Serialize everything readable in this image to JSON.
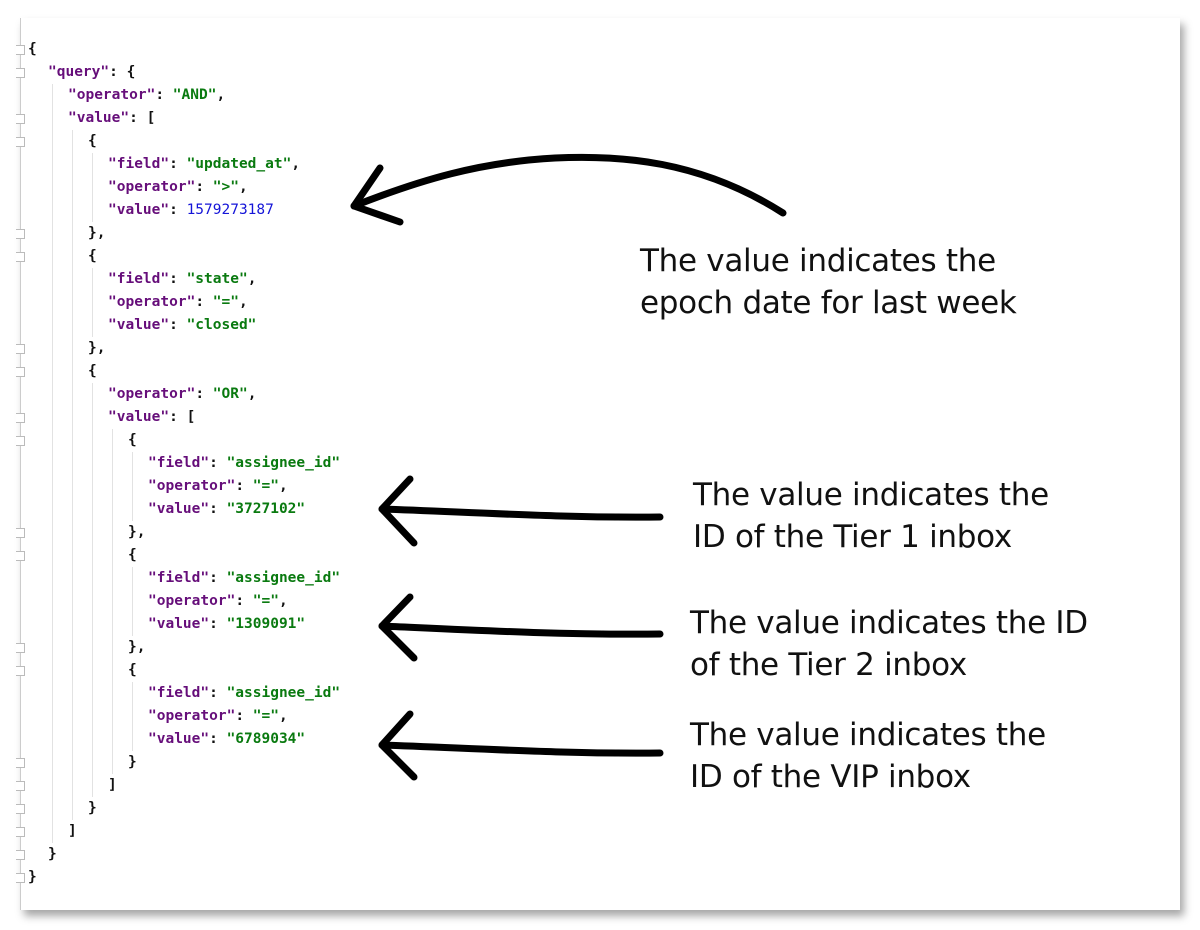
{
  "code_lines": [
    {
      "i": 0,
      "t": [
        [
          "p",
          "{"
        ]
      ]
    },
    {
      "i": 1,
      "t": [
        [
          "k",
          "\"query\""
        ],
        [
          "p",
          ": {"
        ]
      ]
    },
    {
      "i": 2,
      "t": [
        [
          "k",
          "\"operator\""
        ],
        [
          "p",
          ": "
        ],
        [
          "s",
          "\"AND\""
        ],
        [
          "p",
          ","
        ]
      ]
    },
    {
      "i": 2,
      "t": [
        [
          "k",
          "\"value\""
        ],
        [
          "p",
          ": ["
        ]
      ]
    },
    {
      "i": 3,
      "t": [
        [
          "p",
          "{"
        ]
      ]
    },
    {
      "i": 4,
      "t": [
        [
          "k",
          "\"field\""
        ],
        [
          "p",
          ": "
        ],
        [
          "s",
          "\"updated_at\""
        ],
        [
          "p",
          ","
        ]
      ]
    },
    {
      "i": 4,
      "t": [
        [
          "k",
          "\"operator\""
        ],
        [
          "p",
          ": "
        ],
        [
          "s",
          "\">\""
        ],
        [
          "p",
          ","
        ]
      ]
    },
    {
      "i": 4,
      "t": [
        [
          "k",
          "\"value\""
        ],
        [
          "p",
          ": "
        ],
        [
          "n",
          "1579273187"
        ]
      ]
    },
    {
      "i": 3,
      "t": [
        [
          "p",
          "},"
        ]
      ]
    },
    {
      "i": 3,
      "t": [
        [
          "p",
          "{"
        ]
      ]
    },
    {
      "i": 4,
      "t": [
        [
          "k",
          "\"field\""
        ],
        [
          "p",
          ": "
        ],
        [
          "s",
          "\"state\""
        ],
        [
          "p",
          ","
        ]
      ]
    },
    {
      "i": 4,
      "t": [
        [
          "k",
          "\"operator\""
        ],
        [
          "p",
          ": "
        ],
        [
          "s",
          "\"=\""
        ],
        [
          "p",
          ","
        ]
      ]
    },
    {
      "i": 4,
      "t": [
        [
          "k",
          "\"value\""
        ],
        [
          "p",
          ": "
        ],
        [
          "s",
          "\"closed\""
        ]
      ]
    },
    {
      "i": 3,
      "t": [
        [
          "p",
          "},"
        ]
      ]
    },
    {
      "i": 3,
      "t": [
        [
          "p",
          "{"
        ]
      ]
    },
    {
      "i": 4,
      "t": [
        [
          "k",
          "\"operator\""
        ],
        [
          "p",
          ": "
        ],
        [
          "s",
          "\"OR\""
        ],
        [
          "p",
          ","
        ]
      ]
    },
    {
      "i": 4,
      "t": [
        [
          "k",
          "\"value\""
        ],
        [
          "p",
          ": ["
        ]
      ]
    },
    {
      "i": 5,
      "t": [
        [
          "p",
          "{"
        ]
      ]
    },
    {
      "i": 6,
      "t": [
        [
          "k",
          "\"field\""
        ],
        [
          "p",
          ": "
        ],
        [
          "s",
          "\"assignee_id\""
        ]
      ]
    },
    {
      "i": 6,
      "t": [
        [
          "k",
          "\"operator\""
        ],
        [
          "p",
          ": "
        ],
        [
          "s",
          "\"=\""
        ],
        [
          "p",
          ","
        ]
      ]
    },
    {
      "i": 6,
      "t": [
        [
          "k",
          "\"value\""
        ],
        [
          "p",
          ": "
        ],
        [
          "s",
          "\"3727102\""
        ]
      ]
    },
    {
      "i": 5,
      "t": [
        [
          "p",
          "},"
        ]
      ]
    },
    {
      "i": 5,
      "t": [
        [
          "p",
          "{"
        ]
      ]
    },
    {
      "i": 6,
      "t": [
        [
          "k",
          "\"field\""
        ],
        [
          "p",
          ": "
        ],
        [
          "s",
          "\"assignee_id\""
        ]
      ]
    },
    {
      "i": 6,
      "t": [
        [
          "k",
          "\"operator\""
        ],
        [
          "p",
          ": "
        ],
        [
          "s",
          "\"=\""
        ],
        [
          "p",
          ","
        ]
      ]
    },
    {
      "i": 6,
      "t": [
        [
          "k",
          "\"value\""
        ],
        [
          "p",
          ": "
        ],
        [
          "s",
          "\"1309091\""
        ]
      ]
    },
    {
      "i": 5,
      "t": [
        [
          "p",
          "},"
        ]
      ]
    },
    {
      "i": 5,
      "t": [
        [
          "p",
          "{"
        ]
      ]
    },
    {
      "i": 6,
      "t": [
        [
          "k",
          "\"field\""
        ],
        [
          "p",
          ": "
        ],
        [
          "s",
          "\"assignee_id\""
        ]
      ]
    },
    {
      "i": 6,
      "t": [
        [
          "k",
          "\"operator\""
        ],
        [
          "p",
          ": "
        ],
        [
          "s",
          "\"=\""
        ],
        [
          "p",
          ","
        ]
      ]
    },
    {
      "i": 6,
      "t": [
        [
          "k",
          "\"value\""
        ],
        [
          "p",
          ": "
        ],
        [
          "s",
          "\"6789034\""
        ]
      ]
    },
    {
      "i": 5,
      "t": [
        [
          "p",
          "}"
        ]
      ]
    },
    {
      "i": 4,
      "t": [
        [
          "p",
          "]"
        ]
      ]
    },
    {
      "i": 3,
      "t": [
        [
          "p",
          "}"
        ]
      ]
    },
    {
      "i": 2,
      "t": [
        [
          "p",
          "]"
        ]
      ]
    },
    {
      "i": 1,
      "t": [
        [
          "p",
          "}"
        ]
      ]
    },
    {
      "i": 0,
      "t": [
        [
          "p",
          "}"
        ]
      ]
    }
  ],
  "annotations": {
    "epoch": {
      "line1": "The value indicates the",
      "line2": "epoch date for last week"
    },
    "tier1": {
      "line1": "The value indicates the",
      "line2": "ID of the Tier 1 inbox"
    },
    "tier2": {
      "line1": "The value indicates the ID",
      "line2": "of the Tier 2 inbox"
    },
    "vip": {
      "line1": "The value indicates the",
      "line2": "ID of the VIP inbox"
    }
  }
}
